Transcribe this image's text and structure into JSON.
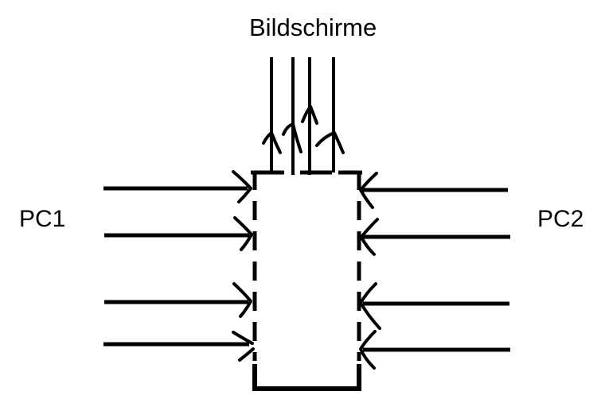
{
  "colors": {
    "ink": "#000000",
    "background": "#ffffff"
  },
  "diagram": {
    "title": "Bildschirme",
    "left_source_label": "PC1",
    "right_source_label": "PC2",
    "box": {
      "side_border_style": "dashed",
      "bottom_border_style": "solid"
    },
    "connections": {
      "to_screens": {
        "direction": "up",
        "count": 4,
        "target": "Bildschirme"
      },
      "from_pc1": {
        "direction": "right",
        "count": 4,
        "source": "PC1"
      },
      "from_pc2": {
        "direction": "left",
        "count": 4,
        "source": "PC2"
      }
    }
  }
}
